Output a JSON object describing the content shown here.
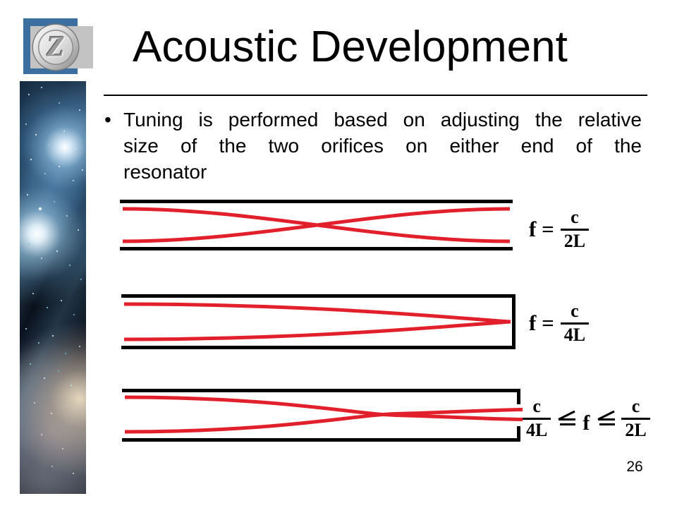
{
  "title": "Acoustic Development",
  "page_number": "26",
  "logo": {
    "letter": "Z"
  },
  "bullet": {
    "marker": "•",
    "line1": "Tuning is performed based on adjusting the relative",
    "line2": "size of the two orifices on either end of the",
    "line3": "resonator"
  },
  "formulas": {
    "f1": {
      "lhs": "f =",
      "num": "c",
      "den": "2L"
    },
    "f2": {
      "lhs": "f =",
      "num": "c",
      "den": "4L"
    },
    "f3": {
      "left_num": "c",
      "left_den": "4L",
      "relation": "≦",
      "mid": "f",
      "right_num": "c",
      "right_den": "2L"
    }
  },
  "diagrams": {
    "d1": "open-open resonator, half-wave mode",
    "d2": "open-closed resonator, quarter-wave mode",
    "d3": "resonator with end orifice, intermediate mode"
  },
  "colors": {
    "wave_red": "#e2202c",
    "tube_black": "#000000",
    "logo_blue": "#3a6f9f",
    "logo_gray": "#c3c3c3"
  }
}
